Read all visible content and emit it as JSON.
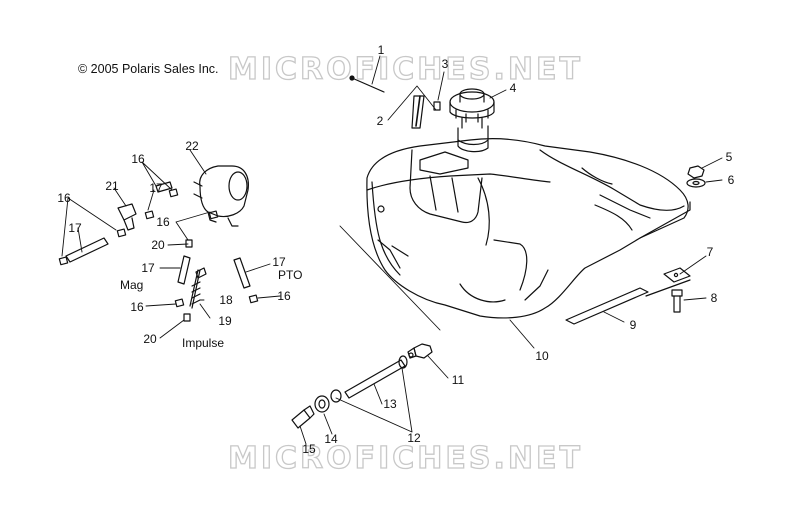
{
  "copyright": "© 2005 Polaris Sales Inc.",
  "watermark": "MICROFICHES.NET",
  "labels": {
    "mag": "Mag",
    "pto": "PTO",
    "impulse": "Impulse"
  },
  "callouts": [
    "1",
    "2",
    "3",
    "4",
    "5",
    "6",
    "7",
    "8",
    "9",
    "10",
    "11",
    "12",
    "13",
    "14",
    "15",
    "16",
    "16",
    "16",
    "16",
    "16",
    "17",
    "17",
    "17",
    "17",
    "18",
    "19",
    "20",
    "20",
    "21",
    "22"
  ]
}
